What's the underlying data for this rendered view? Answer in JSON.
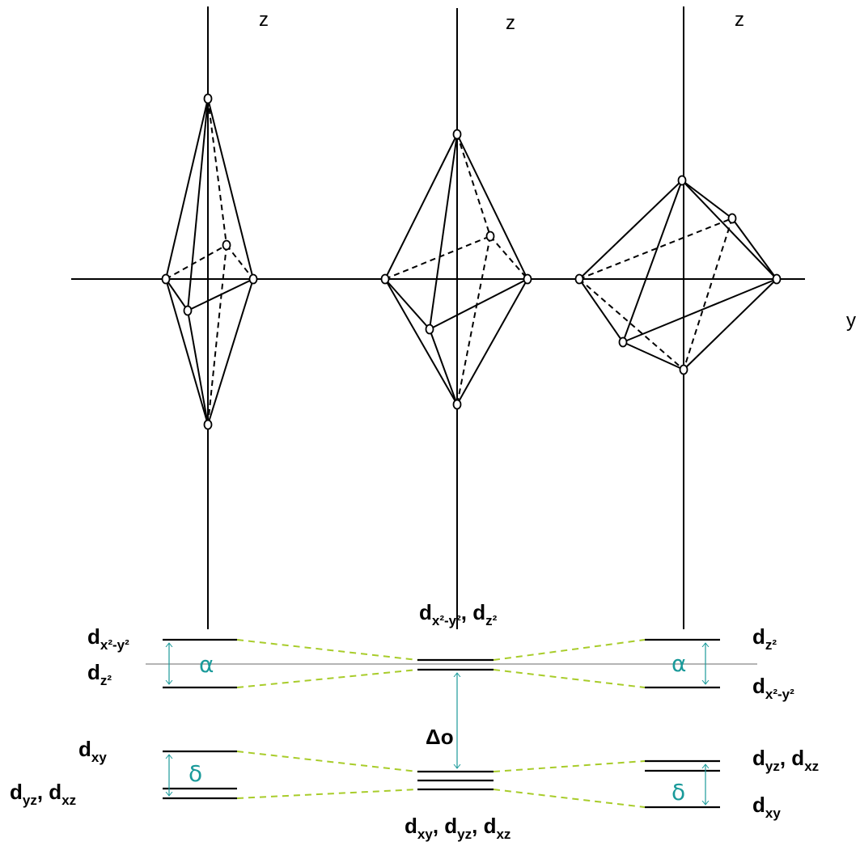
{
  "axes": {
    "z_left": "z",
    "z_middle": "z",
    "z_right": "z",
    "y": "y"
  },
  "levels": {
    "left": {
      "top1": "x²-y²",
      "top2": "z²",
      "bot1": "xy",
      "bot2a": "yz",
      "bot2b": "xz",
      "alpha": "α",
      "delta": "δ"
    },
    "middle": {
      "eg_a": "x²-y²",
      "eg_b": "z²",
      "t2g_a": "xy",
      "t2g_b": "yz",
      "t2g_c": "xz",
      "delta_o": "Δo"
    },
    "right": {
      "top1": "z²",
      "top2": "x²-y²",
      "bot1a": "yz",
      "bot1b": "xz",
      "bot2": "xy",
      "alpha": "α",
      "delta": "δ"
    }
  },
  "colors": {
    "line": "#000000",
    "accent": "#1a9a9a",
    "dashed_connector": "#a8cc2a",
    "reference_line": "#888888"
  }
}
